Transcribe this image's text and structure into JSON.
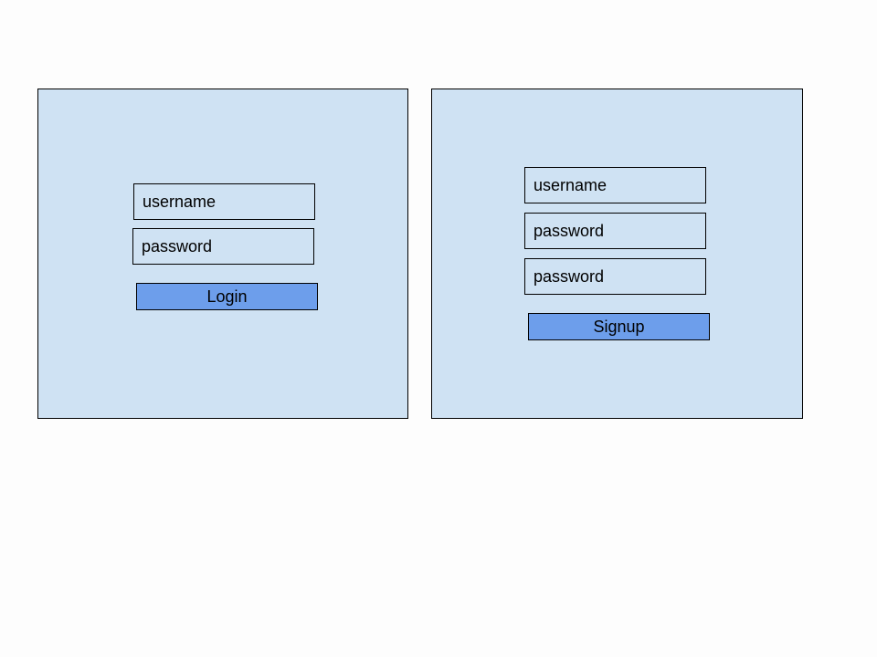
{
  "login": {
    "username_placeholder": "username",
    "password_placeholder": "password",
    "button_label": "Login"
  },
  "signup": {
    "username_placeholder": "username",
    "password_placeholder": "password",
    "confirm_password_placeholder": "password",
    "button_label": "Signup"
  },
  "colors": {
    "page_background": "#fdfdfd",
    "panel_background": "#cfe2f3",
    "button_background": "#6d9eeb",
    "border": "#000000"
  }
}
